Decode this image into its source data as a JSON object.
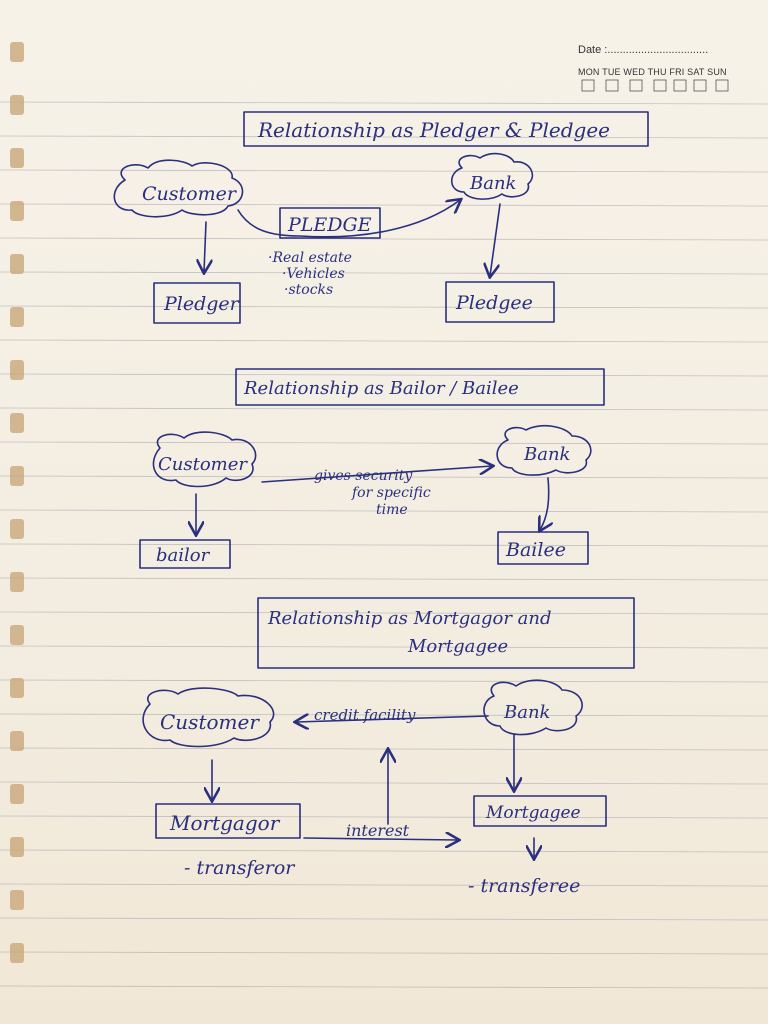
{
  "header": {
    "date_label": "Date :.................................",
    "days": "MON TUE WED THU  FRI  SAT SUN"
  },
  "section1": {
    "title": "Relationship as Pledger & Pledgee",
    "customer": "Customer",
    "bank": "Bank",
    "pledge": "PLEDGE",
    "items": [
      "·Real estate",
      "·Vehicles",
      "·stocks"
    ],
    "pledger": "Pledger",
    "pledgee": "Pledgee"
  },
  "section2": {
    "title": "Relationship as Bailor / Bailee",
    "customer": "Customer",
    "bank": "Bank",
    "note_line1": "gives security",
    "note_line2": "for specific",
    "note_line3": "time",
    "bailor": "bailor",
    "bailee": "Bailee"
  },
  "section3": {
    "title_line1": "Relationship as Mortgagor and",
    "title_line2": "Mortgagee",
    "customer": "Customer",
    "bank": "Bank",
    "credit": "credit facility",
    "mortgagor": "Mortgagor",
    "mortgagee": "Mortgagee",
    "interest": "interest",
    "transferor": "- transferor",
    "transferee": "- transferee"
  },
  "colors": {
    "ink": "#2a2f7e",
    "paper": "#f4efe6"
  }
}
